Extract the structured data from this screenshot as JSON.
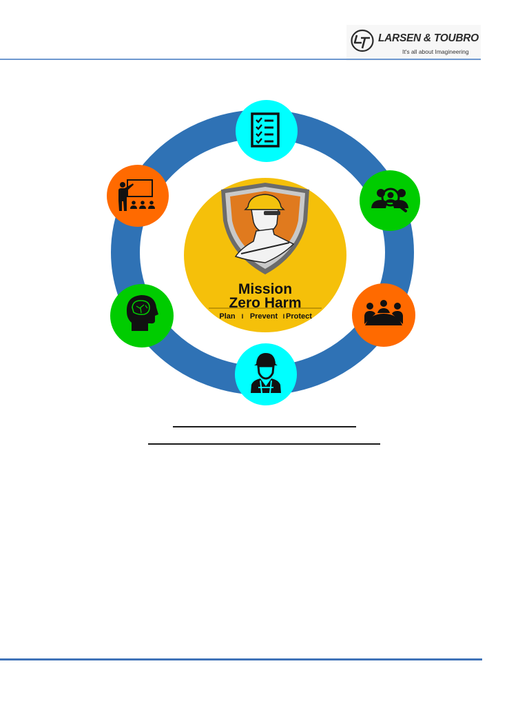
{
  "header": {
    "brand_name": "LARSEN & TOUBRO",
    "tagline": "It's all about Imagineering",
    "logo_icon": "lt-logo-icon",
    "rule_color": "#6d97cf"
  },
  "diagram": {
    "ring_color": "#2f72b5",
    "center": {
      "title_line1": "Mission",
      "title_line2": "Zero Harm",
      "subtitle_items": [
        "Plan",
        "Prevent",
        "Protect"
      ],
      "separator": "I",
      "fill_color": "#f5c00a",
      "emblem_icon": "safety-shield-worker-icon"
    },
    "nodes": [
      {
        "position": "top",
        "icon": "checklist-icon",
        "color": "#00ffff"
      },
      {
        "position": "top-right",
        "icon": "people-search-icon",
        "color": "#00cc00"
      },
      {
        "position": "bottom-right",
        "icon": "meeting-group-icon",
        "color": "#ff6a00"
      },
      {
        "position": "bottom",
        "icon": "safety-worker-icon",
        "color": "#00ffff"
      },
      {
        "position": "bottom-left",
        "icon": "brain-head-icon",
        "color": "#00cc00"
      },
      {
        "position": "top-left",
        "icon": "training-presentation-icon",
        "color": "#ff6a00"
      }
    ]
  },
  "form": {
    "blank_lines": 2
  },
  "footer": {
    "rule_color": "#3f73b8"
  }
}
